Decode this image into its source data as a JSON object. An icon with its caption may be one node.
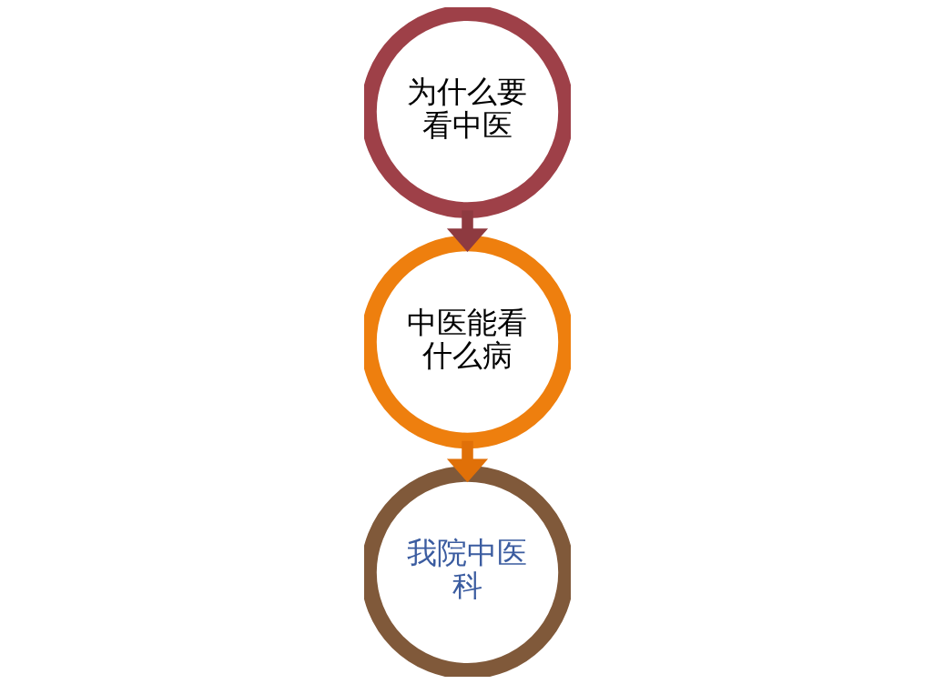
{
  "diagram": {
    "nodes": [
      {
        "text": [
          "为什么要看中医"
        ]
      },
      {
        "text": [
          "中医能看什么病"
        ]
      },
      {
        "text": [
          "我院中医科"
        ]
      }
    ],
    "edges": [
      {
        "from": 0,
        "to": 1,
        "arrow": "to",
        "color": "#8e3a40"
      },
      {
        "from": 1,
        "to": 2,
        "arrow": "to",
        "color": "#e07008"
      }
    ]
  }
}
